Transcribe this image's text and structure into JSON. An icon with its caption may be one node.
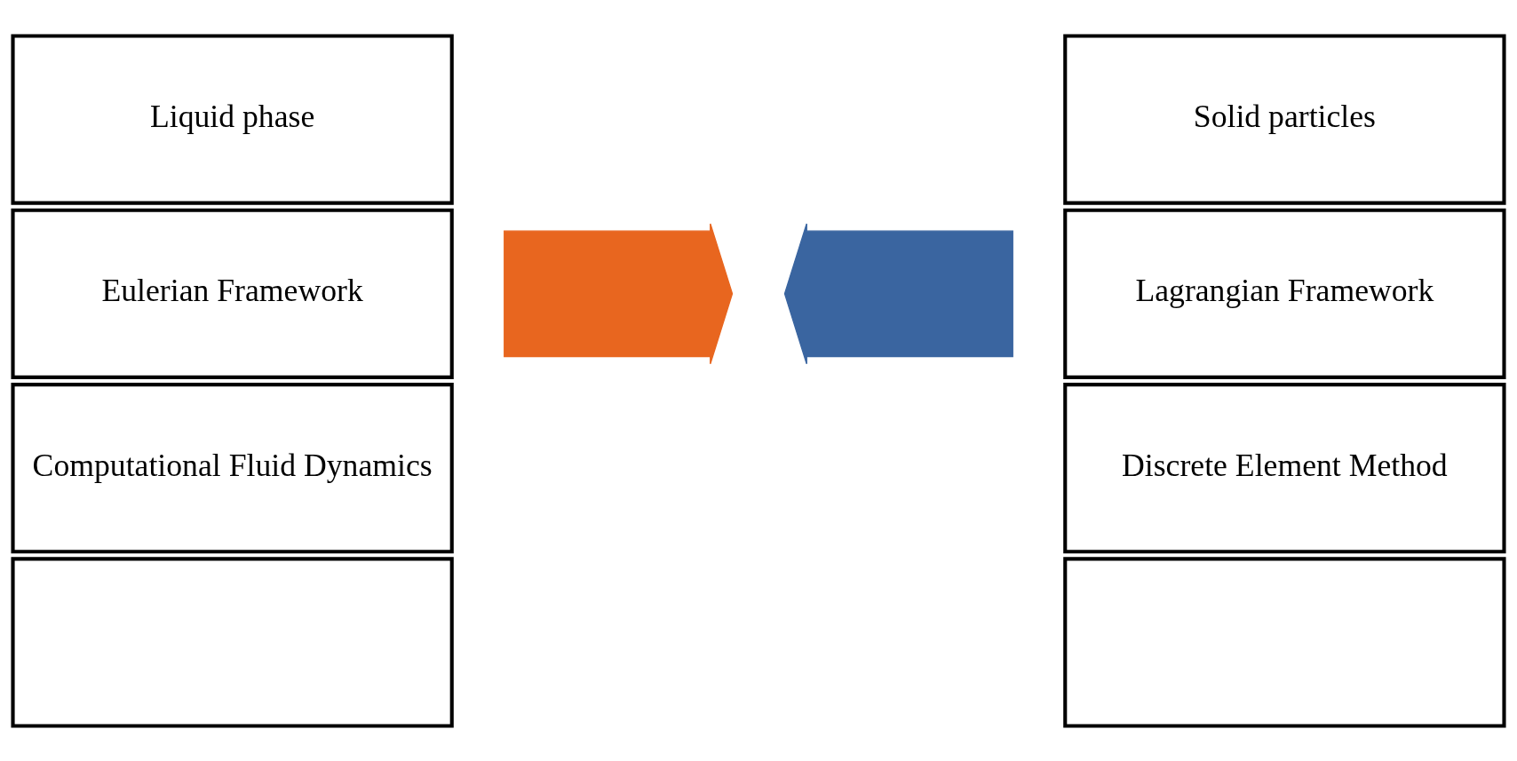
{
  "diagram": {
    "nodes": [
      {
        "text": [
          "Liquid phase"
        ]
      },
      {
        "text": [
          "Eulerian Framework"
        ]
      },
      {
        "text": [
          "Computational Fluid Dynamics"
        ]
      },
      {
        "text": [],
        "shape": "box"
      },
      {
        "text": [],
        "shape": "arrow"
      },
      {
        "text": [],
        "shape": "arrow"
      },
      {
        "text": [
          "Solid particles"
        ]
      },
      {
        "text": [
          "Lagrangian Framework"
        ]
      },
      {
        "text": [
          "Discrete Element Method"
        ]
      },
      {
        "text": [],
        "shape": "box"
      }
    ]
  }
}
